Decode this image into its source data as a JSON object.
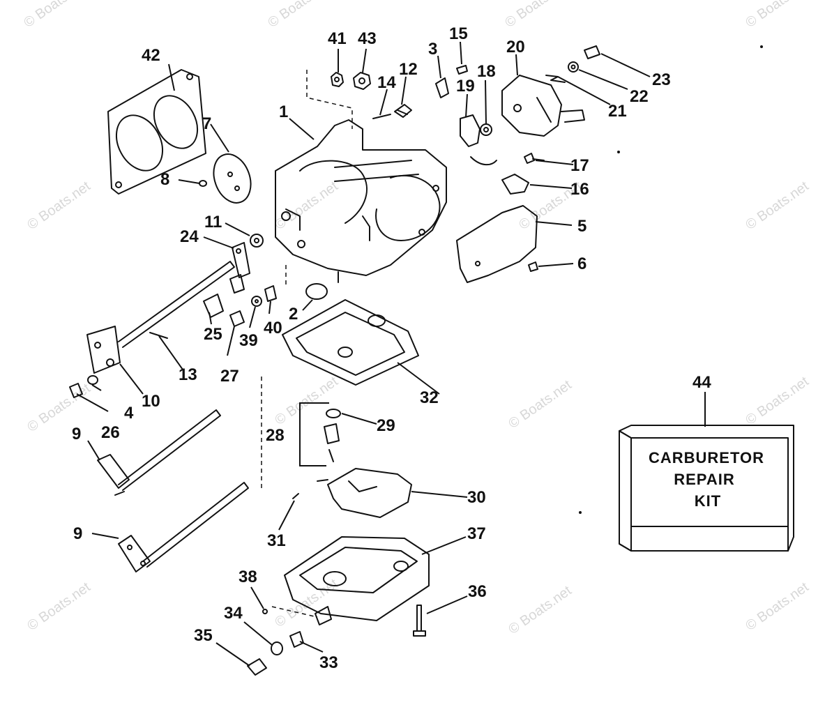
{
  "watermark": "© Boats.net",
  "callouts": {
    "c1": "1",
    "c2": "2",
    "c3": "3",
    "c4": "4",
    "c5": "5",
    "c6": "6",
    "c7": "7",
    "c8": "8",
    "c9a": "9",
    "c9b": "9",
    "c10": "10",
    "c11": "11",
    "c12": "12",
    "c13": "13",
    "c14": "14",
    "c15": "15",
    "c16": "16",
    "c17": "17",
    "c18": "18",
    "c19": "19",
    "c20": "20",
    "c21": "21",
    "c22": "22",
    "c23": "23",
    "c24": "24",
    "c25": "25",
    "c26": "26",
    "c27": "27",
    "c28": "28",
    "c29": "29",
    "c30": "30",
    "c31": "31",
    "c32": "32",
    "c33": "33",
    "c34": "34",
    "c35": "35",
    "c36": "36",
    "c37": "37",
    "c38": "38",
    "c39": "39",
    "c40": "40",
    "c41": "41",
    "c42": "42",
    "c43": "43",
    "c44": "44"
  },
  "repair_kit": {
    "line1": "CARBURETOR",
    "line2": "REPAIR",
    "line3": "KIT"
  }
}
